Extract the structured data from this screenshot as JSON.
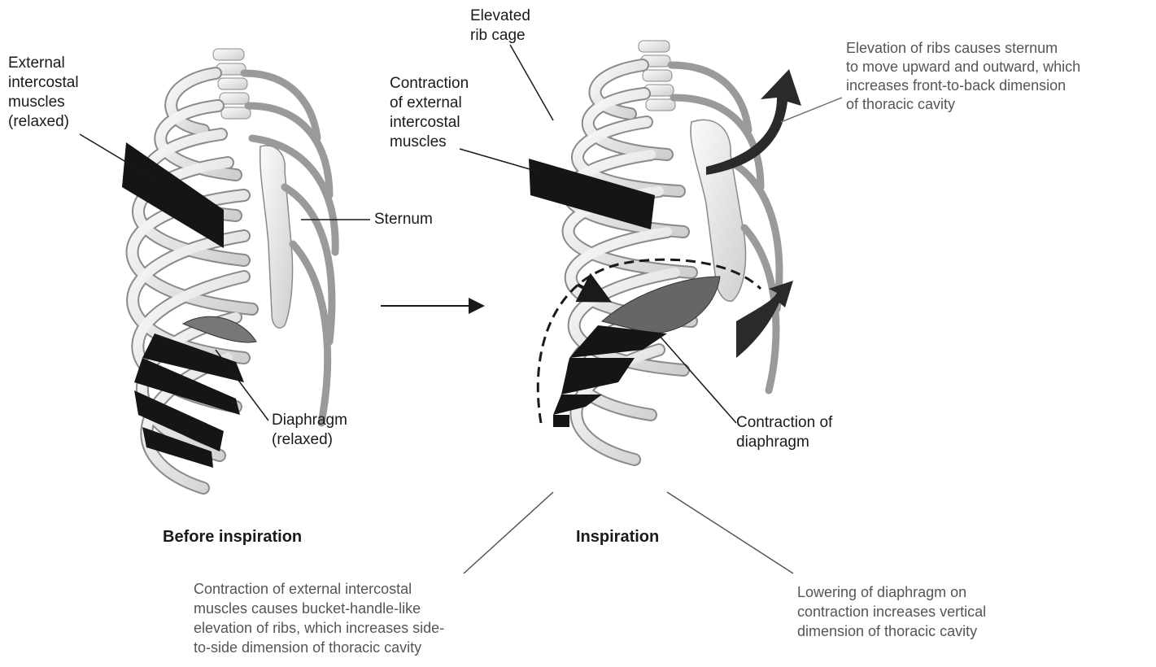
{
  "diagram": {
    "left_panel": {
      "title": "Before inspiration",
      "external_intercostal_label": [
        "External",
        "intercostal",
        "muscles",
        "(relaxed)"
      ],
      "sternum_label": "Sternum",
      "diaphragm_label": [
        "Diaphragm",
        "(relaxed)"
      ]
    },
    "right_panel": {
      "title": "Inspiration",
      "elevated_rib_cage_label": [
        "Elevated",
        "rib cage"
      ],
      "contraction_external_label": [
        "Contraction",
        "of external",
        "intercostal",
        "muscles"
      ],
      "contraction_diaphragm_label": [
        "Contraction of",
        "diaphragm"
      ],
      "sternum_note": [
        "Elevation of ribs causes sternum",
        "to move upward and outward, which",
        "increases front-to-back dimension",
        "of thoracic cavity"
      ]
    },
    "notes": {
      "intercostal_note": [
        "Contraction of external intercostal",
        "muscles causes bucket-handle-like",
        "elevation of ribs, which increases side-",
        "to-side dimension of thoracic cavity"
      ],
      "diaphragm_note": [
        "Lowering of diaphragm on",
        "contraction increases vertical",
        "dimension of thoracic cavity"
      ]
    },
    "colors": {
      "bone_fill": "#e9e9e9",
      "bone_stroke": "#8a8a8a",
      "muscle": "#151515",
      "ink": "#1a1a1a",
      "note_text": "#555555"
    }
  }
}
